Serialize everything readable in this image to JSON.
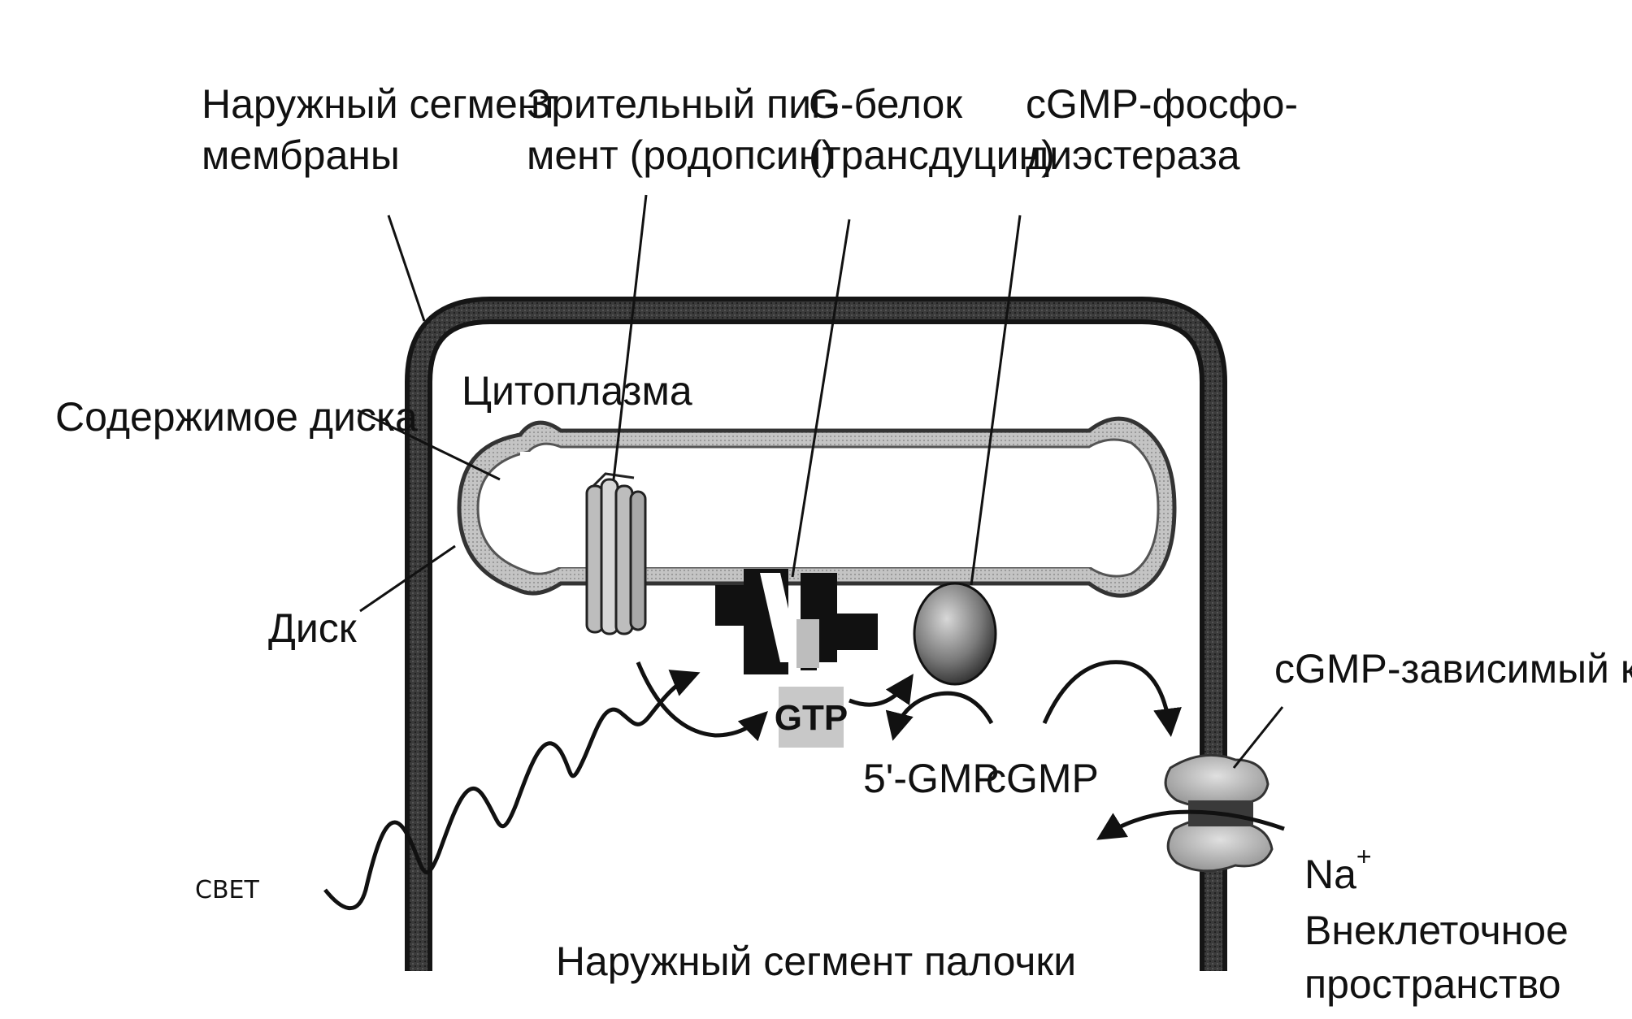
{
  "labels": {
    "outer_membrane_l1": "Наружный сегмент",
    "outer_membrane_l2": "мембраны",
    "pigment_l1": "Зрительный пиг-",
    "pigment_l2": "мент (родопсин)",
    "gprotein_l1": "G-белок",
    "gprotein_l2": "(трансдуцин)",
    "pde_l1": "cGMP-фосфо-",
    "pde_l2": "диэстераза",
    "cytoplasm": "Цитоплазма",
    "disc_contents": "Содержимое диска",
    "disc": "Диск",
    "channel": "cGMP-зависимый канал",
    "gtp": "GTP",
    "five_gmp": "5'-GMP",
    "cgmp": "cGMP",
    "light": "СВЕТ",
    "rod_outer_segment": "Наружный сегмент палочки",
    "na": "Na",
    "na_charge": "+",
    "extracellular_l1": "Внеклеточное",
    "extracellular_l2": "пространство"
  },
  "colors": {
    "membrane": "#151515",
    "disc_outline": "#333333",
    "disc_fill": "#bdbdbd",
    "gtp_fill": "#c8c8c8",
    "ink": "#111111"
  }
}
